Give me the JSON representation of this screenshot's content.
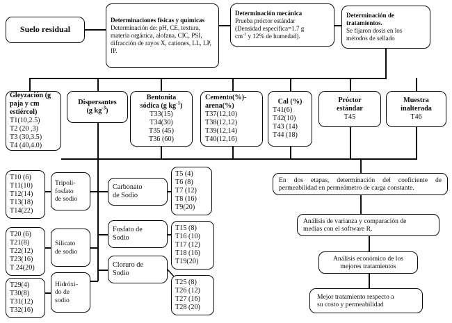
{
  "diagram": {
    "title": "Diagrama de flujo metodologico - sellado de suelo residual",
    "type": "flowchart",
    "nodes": {
      "suelo_residual": {
        "label": "Suelo residual"
      },
      "det_fisicas": {
        "title": "Determinaciones físicas y químicas",
        "body": "Determinación de: pH, CE, textura, materia orgánica, alofana, CIC, PSI, difracción de rayos X, cationes, LL, LP, IP."
      },
      "det_mecanica": {
        "title": "Determinación mecánica",
        "line1": "Prueba próctor estándar",
        "line2": "(Densidad específica=1.7 g",
        "line3_pre": "cm",
        "line3_sup": "-3",
        "line3_post": " y 12% de humedad)."
      },
      "det_tratamientos": {
        "title_l1": "Determinación de",
        "title_l2": "tratamientos.",
        "body_l1": "Se fijaron dosis en los",
        "body_l2": "métodos de sellado"
      },
      "gleyzacion": {
        "title_l1": "Gleyzación (g",
        "title_l2": "paja y cm",
        "title_l3": "estiércol)",
        "items": [
          "T1(10,2.5)",
          "T2 (20 ,3)",
          "T3 (30,3.5)",
          "T4 (40,4.0)"
        ]
      },
      "dispersantes": {
        "title_l1": "Dispersantes",
        "title_l2_pre": "(g kg",
        "title_l2_sup": "-3",
        "title_l2_post": ")"
      },
      "bentonita": {
        "title_l1": "Bentonita",
        "title_l2_pre": "sódica (g kg",
        "title_l2_sup": "-1",
        "title_l2_post": ")",
        "items": [
          "T33(15)",
          "T34(30)",
          "T35 (45)",
          "T36 (60)"
        ]
      },
      "cemento": {
        "title_l1": "Cemento(%)-",
        "title_l2": "arena(%)",
        "items": [
          "T37(12,10)",
          "T38(12,12)",
          "T39(12,14)",
          "T40(12,16)"
        ]
      },
      "cal": {
        "title": "Cal (%)",
        "items": [
          "T41(6)",
          "T42(10)",
          "T43 (14)",
          "T44 (18)"
        ]
      },
      "proctor": {
        "title_l1": "Próctor",
        "title_l2": "estándar",
        "item": "T45"
      },
      "muestra": {
        "title_l1": "Muestra",
        "title_l2": "inalterada",
        "item": "T46"
      },
      "list_t10": {
        "items": [
          "T10 (6)",
          "T11(10)",
          "T12(14)",
          "T13(18)",
          "T14(22)"
        ]
      },
      "list_t20": {
        "items": [
          "T20 (6)",
          "T21(8)",
          "T22(12)",
          "T23(16)",
          "T 24(20)"
        ]
      },
      "list_t29": {
        "items": [
          "T29(4)",
          "T30(8)",
          "T31(12)",
          "T32(16)"
        ]
      },
      "tripolifosfato": {
        "l1": "Tripoli-",
        "l2": "fosfato",
        "l3": "de sodio"
      },
      "silicato": {
        "l1": "Silicato",
        "l2": "de sodio"
      },
      "hidroxido": {
        "l1": "Hidróxi-",
        "l2": "do de",
        "l3": "sodio"
      },
      "carbonato": {
        "l1": "Carbonato",
        "l2": "de Sodio"
      },
      "fosfato": {
        "l1": "Fosfato de",
        "l2": "Sodio"
      },
      "cloruro": {
        "l1": "Cloruro de",
        "l2": "Sodio"
      },
      "list_t5": {
        "items": [
          "T5 (4)",
          "T6 (8)",
          "T7 (12)",
          "T8 (16)",
          "T9(20)"
        ]
      },
      "list_t15": {
        "items": [
          "T15 (8)",
          "T16 (10)",
          "T17 (12)",
          "T18 (16)",
          "T19(20)"
        ]
      },
      "list_t25": {
        "items": [
          "T25 (8)",
          "T26 (12)",
          "T27 (16)",
          "T28 (20)"
        ]
      },
      "permeabilidad": {
        "text": "En dos etapas, determinación del coeficiente de permeabilidad en permeámetro de carga constante."
      },
      "varianza": {
        "l1": "Análisis de varianza y comparación de",
        "l2": "medias con el software R."
      },
      "economico": {
        "l1": "Análisis económico de los",
        "l2": "mejores tratamientos"
      },
      "mejor": {
        "l1": "Mejor tratamiento respecto a",
        "l2": "su costo y permeabilidad"
      }
    },
    "colors": {
      "stroke": "#0b0b0b",
      "background": "#ffffff",
      "text": "#0d0d0d"
    }
  }
}
